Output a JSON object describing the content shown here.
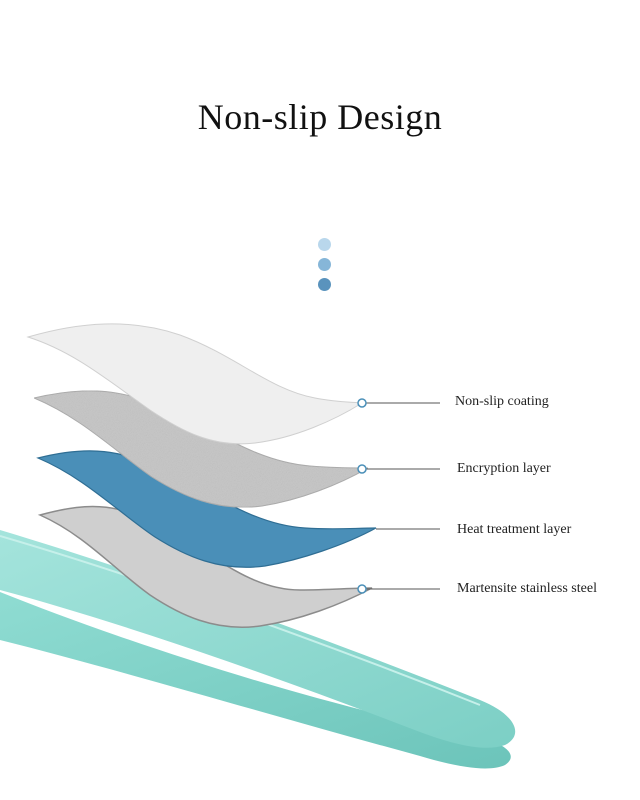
{
  "title": "Non-slip Design",
  "colors": {
    "dot_light": "#b9d7ec",
    "dot_mid": "#86b6d8",
    "dot_dark": "#5a93bd",
    "coating": "#efefef",
    "encryption": "#c9c9c9",
    "heat": "#4a8fb8",
    "steel": "#cfcfcf",
    "tweezer": "#7fd2c8",
    "leader": "#555555",
    "marker": "#4a8fb8"
  },
  "layers": [
    {
      "label": "Non-slip coating"
    },
    {
      "label": "Encryption layer"
    },
    {
      "label": "Heat treatment layer"
    },
    {
      "label": "Martensite stainless steel"
    }
  ]
}
